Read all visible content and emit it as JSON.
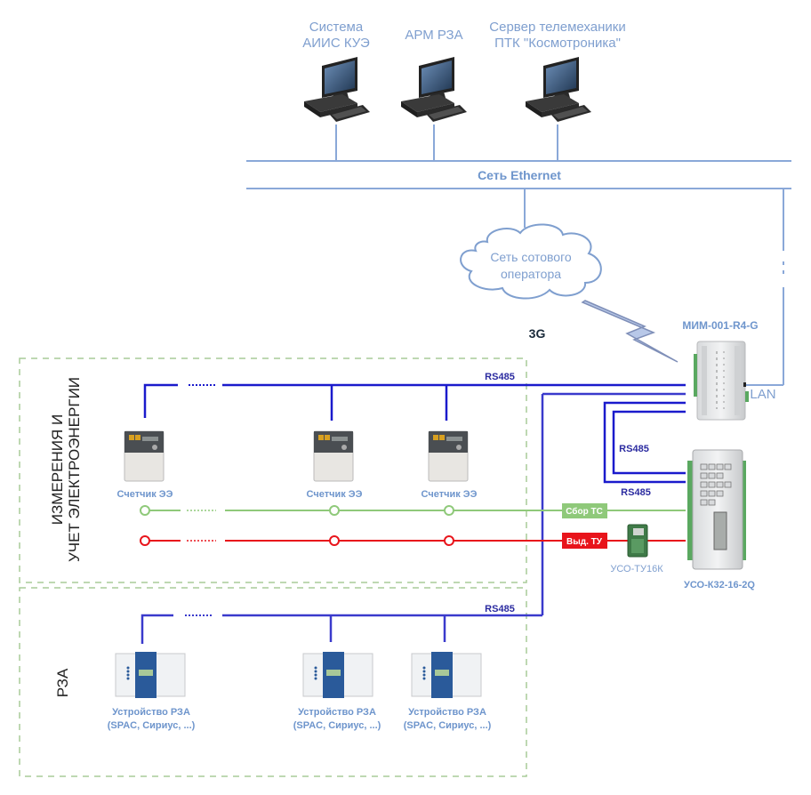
{
  "top_systems": [
    {
      "line1": "Система",
      "line2": "АИИС КУЭ"
    },
    {
      "line1": "АРМ РЗА",
      "line2": ""
    },
    {
      "line1": "Сервер телемеханики",
      "line2": "ПТК \"Космотроника\""
    }
  ],
  "ethernet_label": "Сеть Ethernet",
  "cloud": {
    "line1": "Сеть сотового",
    "line2": "оператора"
  },
  "wireless_label": "3G",
  "gateway": {
    "name": "МИМ-001-R4-G",
    "lan_label": "LAN"
  },
  "bus_labels": {
    "metering_rs485": "RS485",
    "uso_rs485_1": "RS485",
    "uso_rs485_2": "RS485",
    "rza_rs485": "RS485"
  },
  "zones": {
    "metering": {
      "line1": "ИЗМЕРЕНИЯ И",
      "line2": "УЧЕТ ЭЛЕКТРОЭНЕРГИИ"
    },
    "rza": {
      "title": "РЗА"
    }
  },
  "meters": [
    {
      "label": "Счетчик ЭЭ"
    },
    {
      "label": "Счетчик ЭЭ"
    },
    {
      "label": "Счетчик ЭЭ"
    }
  ],
  "signal_tags": {
    "ts": "Сбор ТС",
    "tu": "Выд. ТУ"
  },
  "signal_colors": {
    "ts": "#8fc97a",
    "tu": "#e8141b",
    "rs485": "#1a1acc",
    "ethernet": "#8aa8d8",
    "zone": "#a8cc98"
  },
  "uso_tu": {
    "name": "УСО-ТУ16К"
  },
  "uso_k": {
    "name": "УСО-К32-16-2Q"
  },
  "rza_devices": [
    {
      "line1": "Устройство РЗА",
      "line2": "(SPAC, Сириус, ...)"
    },
    {
      "line1": "Устройство РЗА",
      "line2": "(SPAC, Сириус, ...)"
    },
    {
      "line1": "Устройство РЗА",
      "line2": "(SPAC, Сириус, ...)"
    }
  ]
}
